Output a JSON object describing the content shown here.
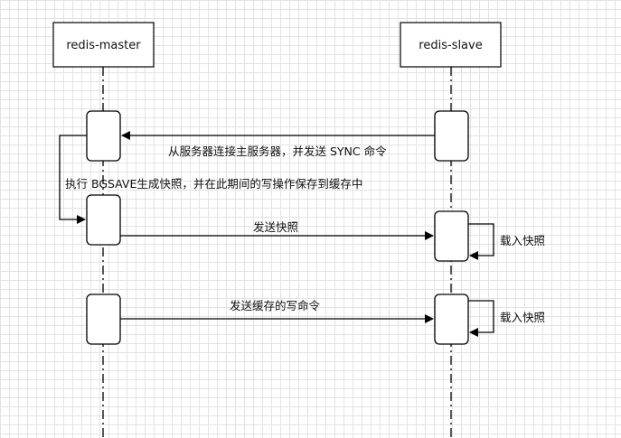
{
  "participants": {
    "master": "redis-master",
    "slave": "redis-slave"
  },
  "messages": {
    "sync": "从服务器连接主服务器，并发送 SYNC 命令",
    "bgsave": "执行 BGSAVE生成快照，并在此期间的写操作保存到缓存中",
    "send_snapshot": "发送快照",
    "load_snapshot_1": "载入快照",
    "send_cache": "发送缓存的写命令",
    "load_snapshot_2": "载入快照"
  }
}
